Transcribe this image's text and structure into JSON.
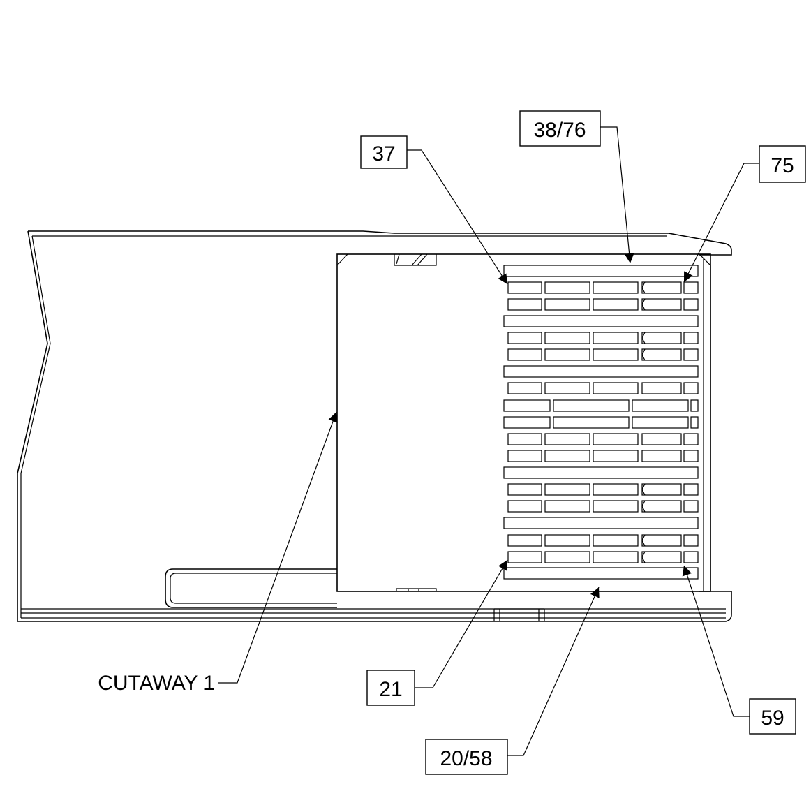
{
  "callouts": {
    "c37": "37",
    "c38_76": "38/76",
    "c75": "75",
    "c21": "21",
    "c20_58": "20/58",
    "c59": "59",
    "cutaway": "CUTAWAY 1"
  },
  "colors": {
    "line": "#000000",
    "background": "#ffffff"
  }
}
